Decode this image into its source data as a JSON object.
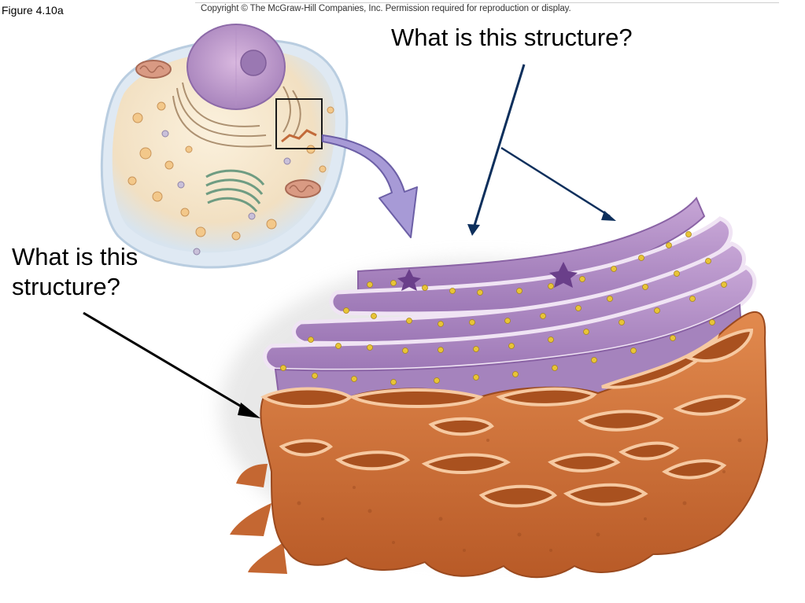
{
  "header": {
    "figure_label": "Figure 4.10a",
    "copyright": "Copyright © The McGraw-Hill Companies, Inc. Permission required for reproduction or display."
  },
  "questions": {
    "top": "What is this structure?",
    "left": "What is this structure?"
  },
  "colors": {
    "arrow_top": "#0d2f5c",
    "arrow_left": "#000000",
    "er_membrane": "#a882c0",
    "er_lumen": "#cdb3dd",
    "ribosome": "#e8c437",
    "smooth_er": "#d0743f",
    "smooth_er_lumen": "#f0b98c",
    "cell_cytoplasm": "#f4e6cc",
    "nucleus": "#c7a0d0",
    "zoom_arrow": "#a79ad6"
  },
  "icons": [
    "cell-illustration",
    "rough-er-illustration",
    "smooth-er-illustration",
    "zoom-box",
    "zoom-arrow",
    "pointer-arrow"
  ]
}
